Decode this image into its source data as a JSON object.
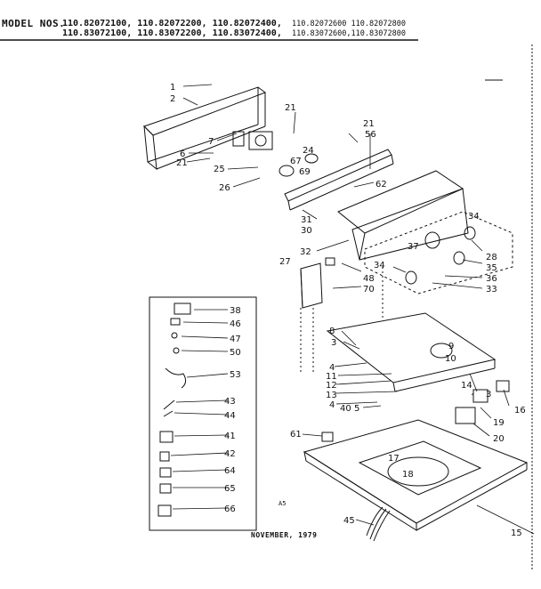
{
  "header": {
    "label": "MODEL NOS.",
    "line1": "110.82072100, 110.82072200, 110.82072400,",
    "line1b": "110.82072600 110.82072800",
    "line2": "110.83072100, 110.83072200, 110.83072400,",
    "line2b": "110.83072600,110.83072800"
  },
  "footer": {
    "code": "A5",
    "date": "NOVEMBER, 1979"
  },
  "callouts": [
    {
      "id": "1",
      "text": "1"
    },
    {
      "id": "2",
      "text": "2"
    },
    {
      "id": "3a",
      "text": "3"
    },
    {
      "id": "3b",
      "text": "3"
    },
    {
      "id": "4a",
      "text": "4"
    },
    {
      "id": "4b",
      "text": "4"
    },
    {
      "id": "5",
      "text": "5"
    },
    {
      "id": "6",
      "text": "6"
    },
    {
      "id": "7",
      "text": "7"
    },
    {
      "id": "8",
      "text": "8"
    },
    {
      "id": "9",
      "text": "9"
    },
    {
      "id": "10",
      "text": "10"
    },
    {
      "id": "11",
      "text": "11"
    },
    {
      "id": "12",
      "text": "12"
    },
    {
      "id": "13",
      "text": "13"
    },
    {
      "id": "14",
      "text": "14"
    },
    {
      "id": "15",
      "text": "15"
    },
    {
      "id": "16",
      "text": "16"
    },
    {
      "id": "17",
      "text": "17"
    },
    {
      "id": "18",
      "text": "18"
    },
    {
      "id": "19",
      "text": "19"
    },
    {
      "id": "20",
      "text": "20"
    },
    {
      "id": "21a",
      "text": "21"
    },
    {
      "id": "21b",
      "text": "21"
    },
    {
      "id": "21c",
      "text": "21"
    },
    {
      "id": "24",
      "text": "24"
    },
    {
      "id": "25",
      "text": "25"
    },
    {
      "id": "26",
      "text": "26"
    },
    {
      "id": "27",
      "text": "27"
    },
    {
      "id": "28",
      "text": "28"
    },
    {
      "id": "30",
      "text": "30"
    },
    {
      "id": "31",
      "text": "31"
    },
    {
      "id": "32",
      "text": "32"
    },
    {
      "id": "33",
      "text": "33"
    },
    {
      "id": "34a",
      "text": "34"
    },
    {
      "id": "34b",
      "text": "34"
    },
    {
      "id": "35",
      "text": "35"
    },
    {
      "id": "36",
      "text": "36"
    },
    {
      "id": "37",
      "text": "37"
    },
    {
      "id": "38",
      "text": "38"
    },
    {
      "id": "40",
      "text": "40"
    },
    {
      "id": "41",
      "text": "41"
    },
    {
      "id": "42",
      "text": "42"
    },
    {
      "id": "43",
      "text": "43"
    },
    {
      "id": "44",
      "text": "44"
    },
    {
      "id": "45",
      "text": "45"
    },
    {
      "id": "46",
      "text": "46"
    },
    {
      "id": "47",
      "text": "47"
    },
    {
      "id": "48",
      "text": "48"
    },
    {
      "id": "50",
      "text": "50"
    },
    {
      "id": "53",
      "text": "53"
    },
    {
      "id": "56",
      "text": "56"
    },
    {
      "id": "61",
      "text": "61"
    },
    {
      "id": "62",
      "text": "62"
    },
    {
      "id": "64",
      "text": "64"
    },
    {
      "id": "65",
      "text": "65"
    },
    {
      "id": "66",
      "text": "66"
    },
    {
      "id": "67",
      "text": "67"
    },
    {
      "id": "69",
      "text": "69"
    },
    {
      "id": "70",
      "text": "70"
    }
  ]
}
